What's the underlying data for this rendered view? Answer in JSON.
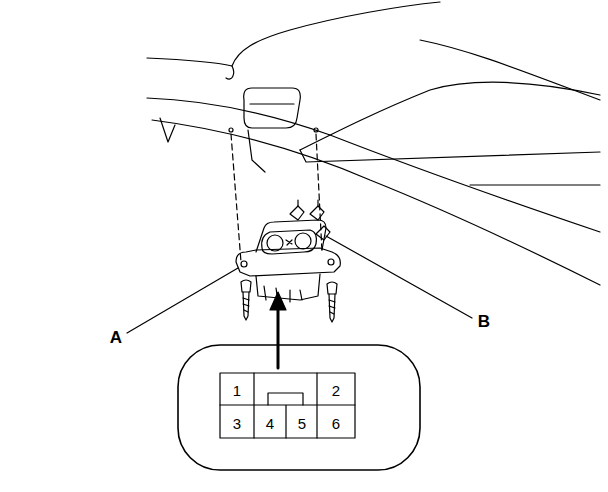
{
  "diagram": {
    "labels": [
      "A",
      "B",
      "1",
      "2",
      "3",
      "4",
      "5",
      "6"
    ]
  }
}
